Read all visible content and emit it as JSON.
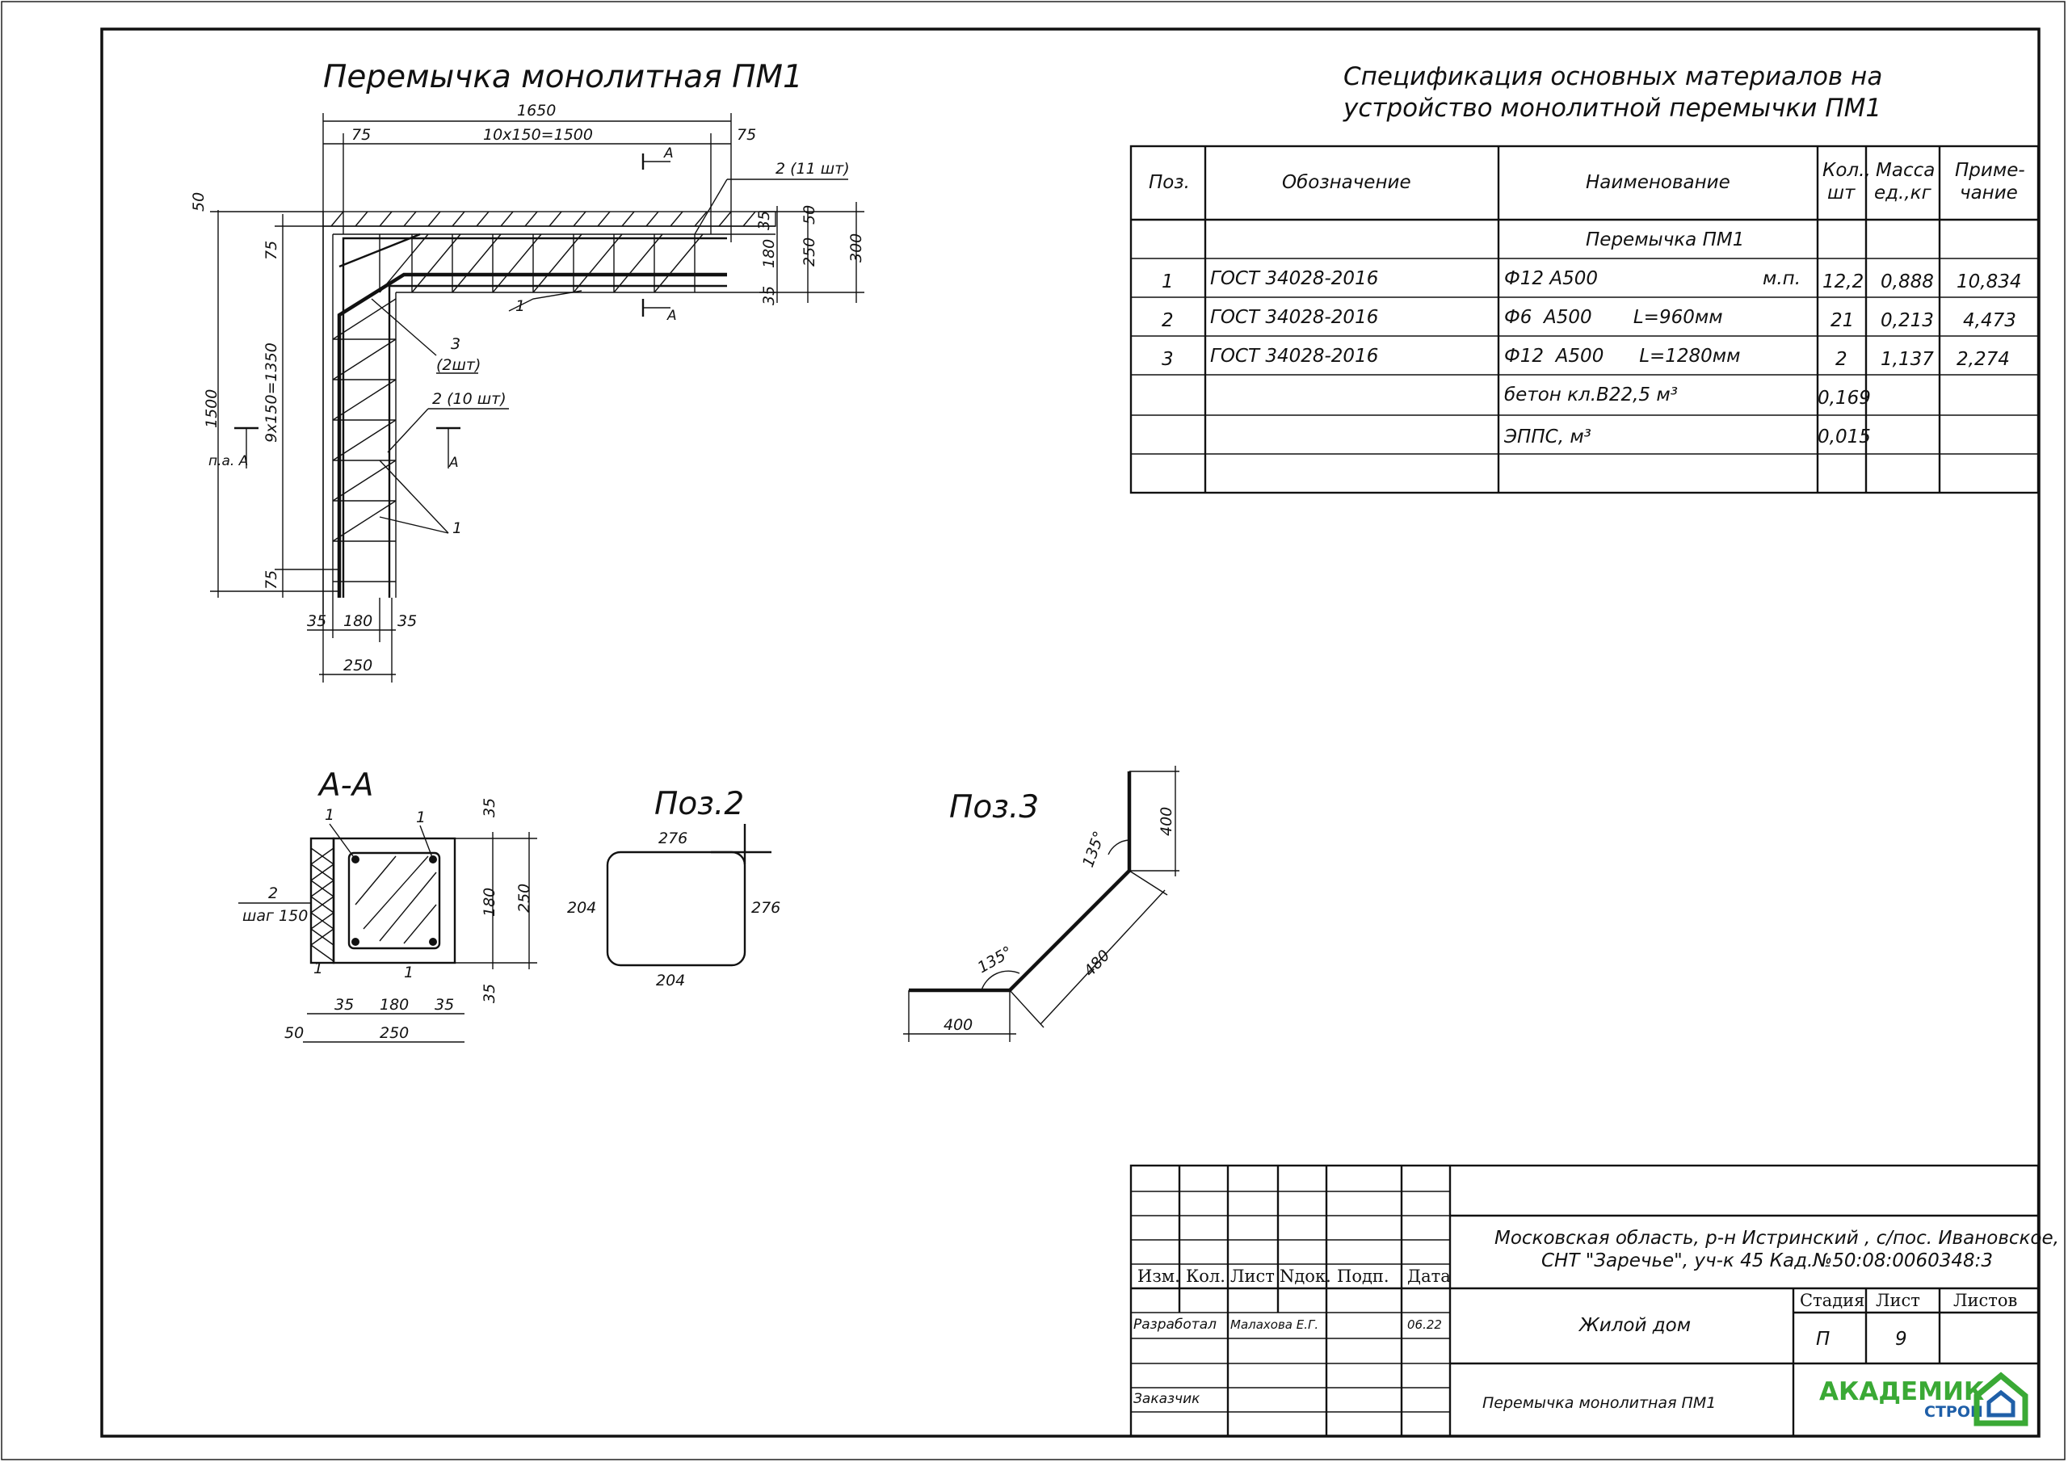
{
  "drawing": {
    "title": "Перемычка монолитная ПМ1",
    "dims": {
      "overall_length": "1650",
      "spacing_top": "10x150=1500",
      "end_left": "75",
      "end_right": "75",
      "left_50": "50",
      "left_75": "75",
      "height_1500": "1500",
      "spacing_left": "9x150=1350",
      "left_75b": "75",
      "bottom_35a": "35",
      "bottom_180": "180",
      "bottom_35b": "35",
      "bottom_250": "250",
      "right_50": "50",
      "right_35": "35",
      "right_180": "180",
      "right_35b": "35",
      "right_250": "250",
      "right_300": "300"
    },
    "labels": {
      "pos2_11": "2 (11 шт)",
      "pos1": "1",
      "pos3_num": "3",
      "pos3_qty": "(2шт)",
      "pos2_10": "2 (10 шт)",
      "pos1b": "1",
      "section_a": "А",
      "section_a2": "А",
      "section_a3": "А",
      "section_pa": "п.а.  А"
    }
  },
  "section_aa": {
    "title": "А-А",
    "labels": {
      "pos1_left": "1",
      "pos1_right": "1",
      "pos2": "2",
      "step": "шаг  150",
      "pos1_bl": "1",
      "pos1_br": "1"
    },
    "dims": {
      "top_35": "35",
      "mid_180": "180",
      "total_250": "250",
      "bot_35": "35",
      "b_50": "50",
      "b_35a": "35",
      "b_180": "180",
      "b_35b": "35",
      "b_250": "250"
    }
  },
  "poz2": {
    "title": "Поз.2",
    "top": "276",
    "left": "204",
    "right": "276",
    "bottom": "204"
  },
  "poz3": {
    "title": "Поз.3",
    "seg_top": "400",
    "angle_top": "135°",
    "seg_mid": "480",
    "angle_bottom": "135°",
    "seg_bottom": "400"
  },
  "spec": {
    "title_line1": "Спецификация основных материалов на",
    "title_line2": "устройство монолитной перемычки ПМ1",
    "headers": {
      "pos": "Поз.",
      "designation": "Обозначение",
      "name": "Наименование",
      "qty_l1": "Кол.,",
      "qty_l2": "шт",
      "mass_l1": "Масса",
      "mass_l2": "ед.,кг",
      "note_l1": "Приме-",
      "note_l2": "чание"
    },
    "group_title": "Перемычка ПМ1",
    "rows": [
      {
        "pos": "1",
        "designation": "ГОСТ 34028-2016",
        "name": "Ф12  А500",
        "extra": "м.п.",
        "qty": "12,2",
        "mass": "0,888",
        "note": "10,834"
      },
      {
        "pos": "2",
        "designation": "ГОСТ 34028-2016",
        "name": "Ф6  А500       L=960мм",
        "extra": "",
        "qty": "21",
        "mass": "0,213",
        "note": "4,473"
      },
      {
        "pos": "3",
        "designation": "ГОСТ 34028-2016",
        "name": "Ф12  А500      L=1280мм",
        "extra": "",
        "qty": "2",
        "mass": "1,137",
        "note": "2,274"
      },
      {
        "pos": "",
        "designation": "",
        "name": "бетон кл.В22,5  м³",
        "extra": "",
        "qty": "0,169",
        "mass": "",
        "note": ""
      },
      {
        "pos": "",
        "designation": "",
        "name": "ЭППС,  м³",
        "extra": "",
        "qty": "0,015",
        "mass": "",
        "note": ""
      }
    ]
  },
  "stamp": {
    "col_heads": {
      "izm": "Изм.",
      "kol": "Кол.",
      "list": "Лист",
      "ndok": "Nдок.",
      "podp": "Подп.",
      "data": "Дата"
    },
    "developed_label": "Разработал",
    "developer": "Малахова Е.Г.",
    "date": "06.22",
    "customer_label": "Заказчик",
    "address_line1": "Московская область, р-н Истринский , с/пос. Ивановское,",
    "address_line2": "СНТ \"Заречье\", уч-к 45 Кад.№50:08:0060348:3",
    "object": "Жилой дом",
    "sheet_title": "Перемычка монолитная ПМ1",
    "stage_label": "Стадия",
    "sheet_label": "Лист",
    "sheets_label": "Листов",
    "stage": "П",
    "sheet": "9",
    "sheets": "",
    "logo_text1": "АКАДЕМИК",
    "logo_text2": "СТРОЙ",
    "colors": {
      "logo_green": "#3aa935",
      "logo_blue": "#1f5fa8"
    }
  }
}
